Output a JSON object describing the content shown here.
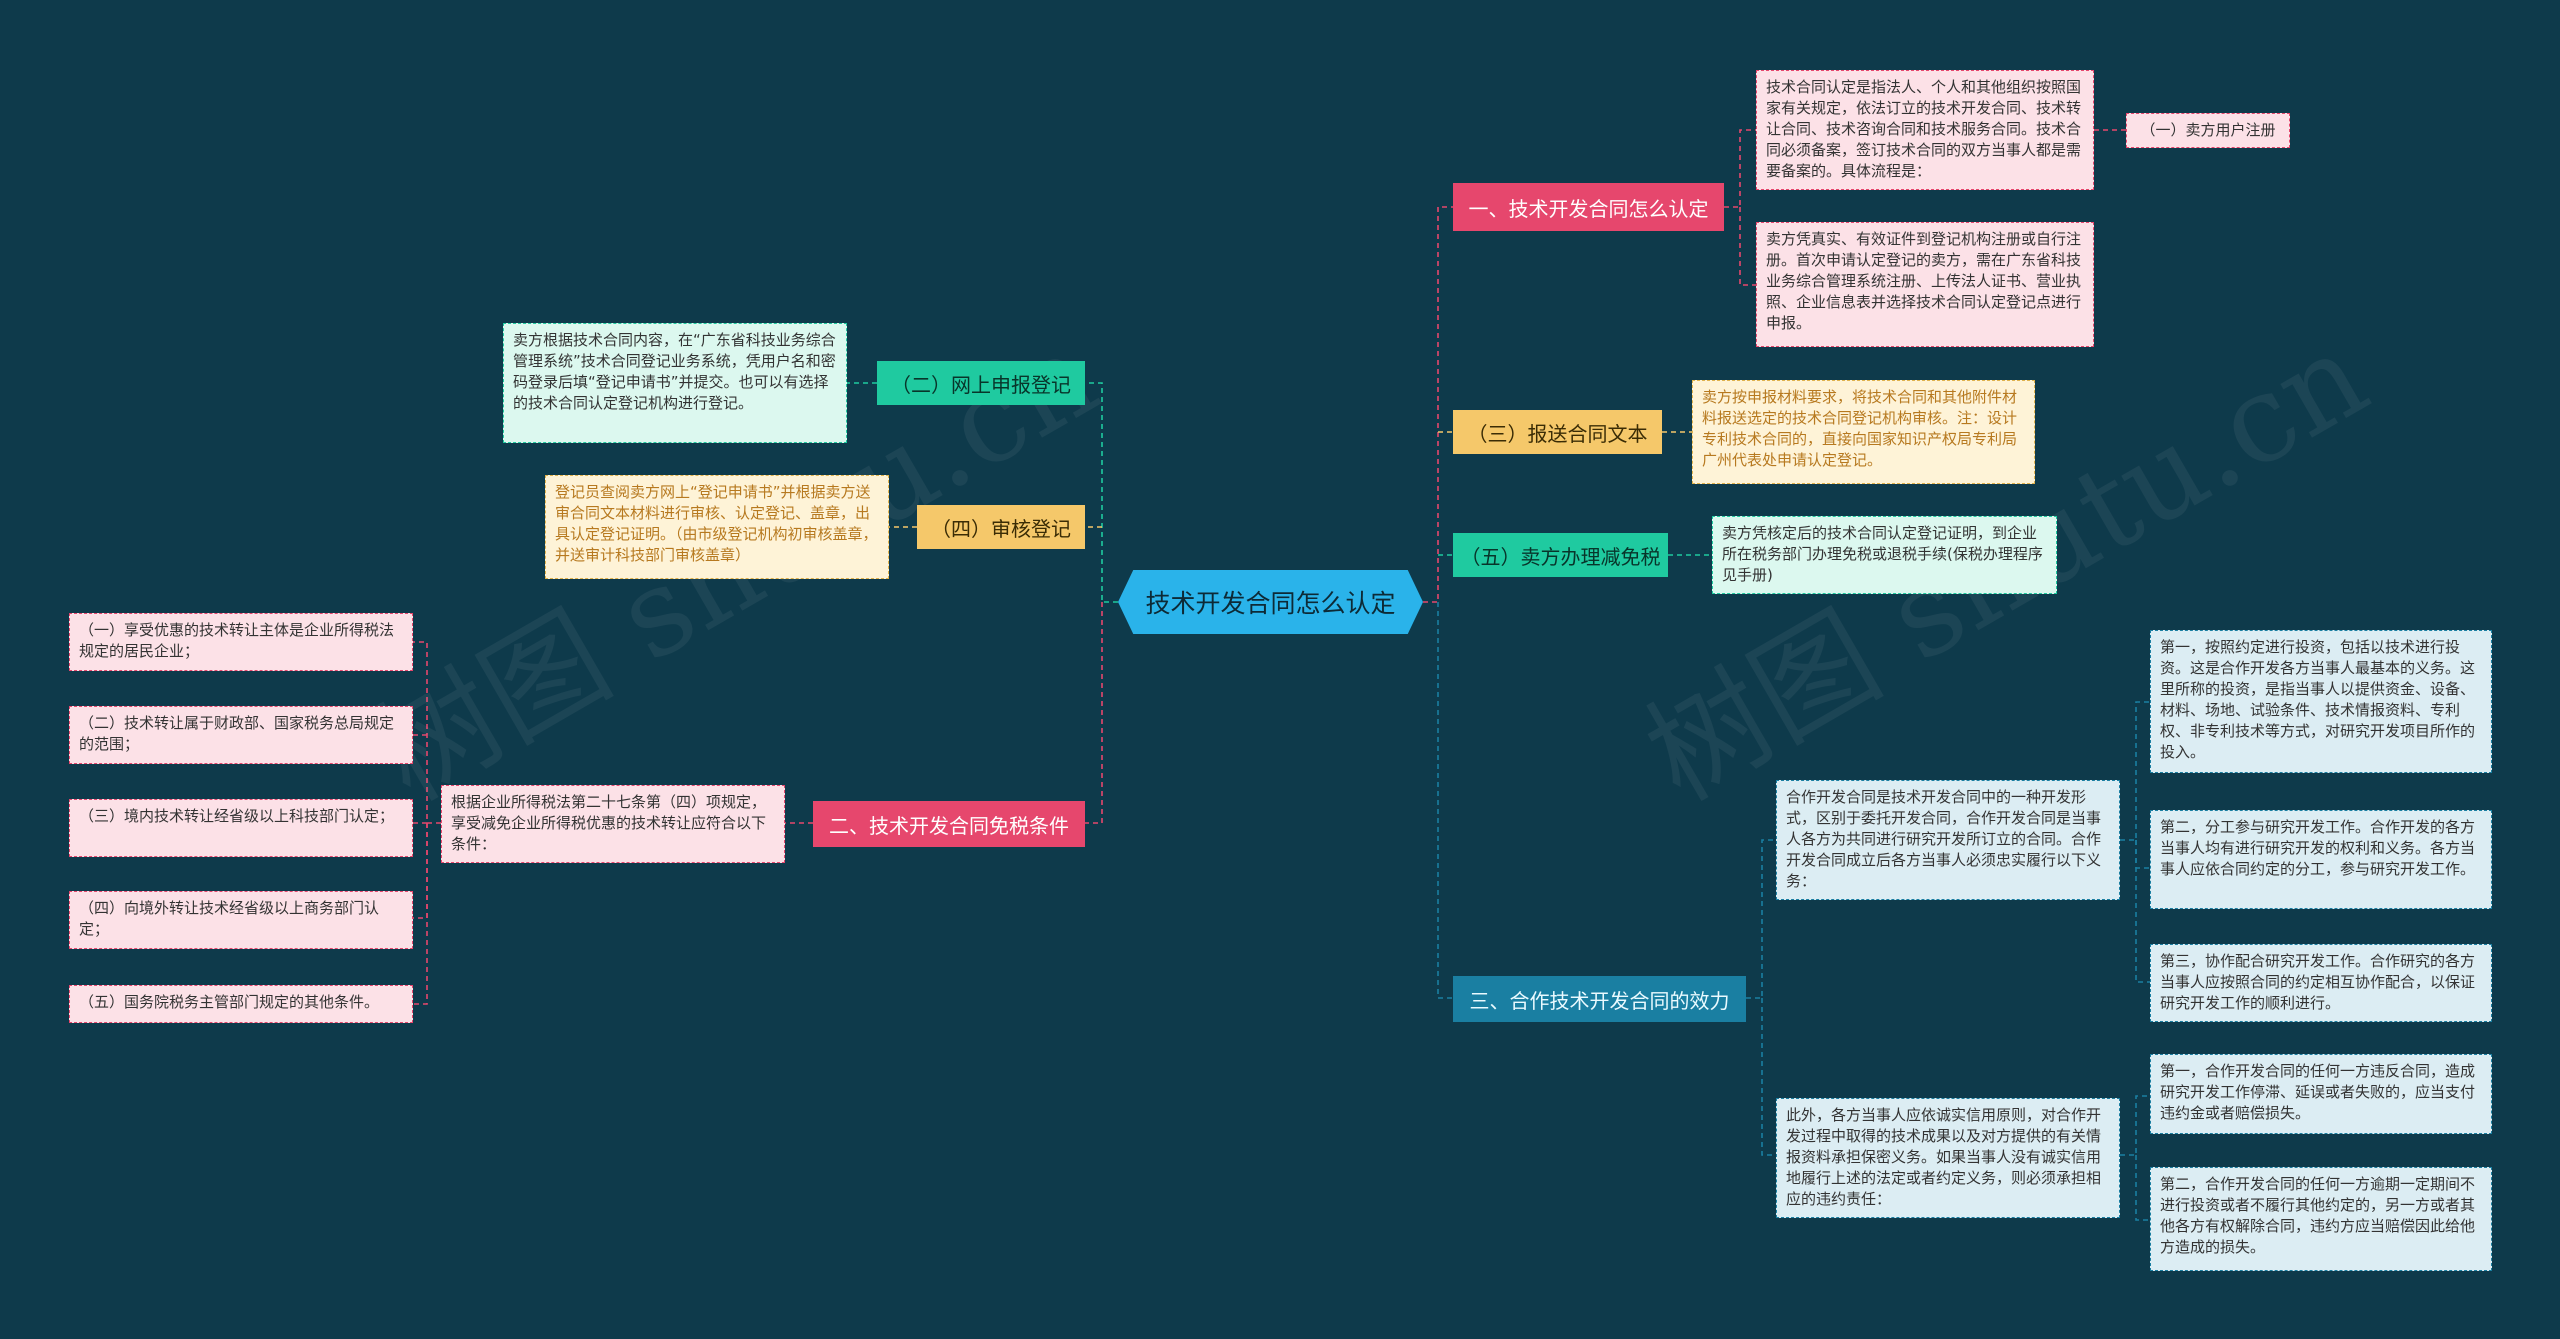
{
  "center": "技术开发合同怎么认定",
  "right": {
    "b1": {
      "title": "一、技术开发合同怎么认定",
      "text1": "技术合同认定是指法人、个人和其他组织按照国家有关规定，依法订立的技术开发合同、技术转让合同、技术咨询合同和技术服务合同。技术合同必须备案，签订技术合同的双方当事人都是需要备案的。具体流程是：",
      "sub": "（一）卖方用户注册",
      "text2": "卖方凭真实、有效证件到登记机构注册或自行注册。首次申请认定登记的卖方，需在广东省科技业务综合管理系统注册、上传法人证书、营业执照、企业信息表并选择技术合同认定登记点进行申报。"
    },
    "b3": {
      "title": "（三）报送合同文本",
      "text": "卖方按申报材料要求，将技术合同和其他附件材料报送选定的技术合同登记机构审核。注：设计专利技术合同的，直接向国家知识产权局专利局广州代表处申请认定登记。"
    },
    "b5": {
      "title": "（五）卖方办理减免税",
      "text": "卖方凭核定后的技术合同认定登记证明，到企业所在税务部门办理免税或退税手续(保税办理程序见手册)"
    },
    "b6": {
      "title": "三、合作技术开发合同的效力",
      "text1": "合作开发合同是技术开发合同中的一种开发形式，区别于委托开发合同，合作开发合同是当事人各方为共同进行研究开发所订立的合同。合作开发合同成立后各方当事人必须忠实履行以下义务：",
      "d1": "第一，按照约定进行投资，包括以技术进行投资。这是合作开发各方当事人最基本的义务。这里所称的投资，是指当事人以提供资金、设备、材料、场地、试验条件、技术情报资料、专利权、非专利技术等方式，对研究开发项目所作的投入。",
      "d2": "第二，分工参与研究开发工作。合作开发的各方当事人均有进行研究开发的权利和义务。各方当事人应依合同约定的分工，参与研究开发工作。",
      "d3": "第三，协作配合研究开发工作。合作研究的各方当事人应按照合同的约定相互协作配合，以保证研究开发工作的顺利进行。",
      "text2": "此外，各方当事人应依诚实信用原则，对合作开发过程中取得的技术成果以及对方提供的有关情报资料承担保密义务。如果当事人没有诚实信用地履行上述的法定或者约定义务，则必须承担相应的违约责任：",
      "d4": "第一，合作开发合同的任何一方违反合同，造成研究开发工作停滞、延误或者失败的，应当支付违约金或者赔偿损失。",
      "d5": "第二，合作开发合同的任何一方逾期一定期间不进行投资或者不履行其他约定的，另一方或者其他各方有权解除合同，违约方应当赔偿因此给他方造成的损失。"
    }
  },
  "left": {
    "b2": {
      "title": "（二）网上申报登记",
      "text": "卖方根据技术合同内容，在“广东省科技业务综合管理系统”技术合同登记业务系统，凭用户名和密码登录后填“登记申请书”并提交。也可以有选择的技术合同认定登记机构进行登记。"
    },
    "b4": {
      "title": "（四）审核登记",
      "text": "登记员查阅卖方网上“登记申请书”并根据卖方送审合同文本材料进行审核、认定登记、盖章，出具认定登记证明。（由市级登记机构初审核盖章，并送审计科技部门审核盖章）"
    },
    "b7": {
      "title": "二、技术开发合同免税条件",
      "text": "根据企业所得税法第二十七条第（四）项规定，享受减免企业所得税优惠的技术转让应符合以下条件：",
      "c1": "（一）享受优惠的技术转让主体是企业所得税法规定的居民企业；",
      "c2": "（二）技术转让属于财政部、国家税务总局规定的范围；",
      "c3": "（三）境内技术转让经省级以上科技部门认定；",
      "c4": "（四）向境外转让技术经省级以上商务部门认定；",
      "c5": "（五）国务院税务主管部门规定的其他条件。"
    }
  },
  "colors": {
    "background": "#0e3a4b",
    "center": "#2ab3ea",
    "red": "#e6476d",
    "yellow": "#f5c86a",
    "green": "#1fcaa0",
    "blue": "#1a7fa2"
  }
}
